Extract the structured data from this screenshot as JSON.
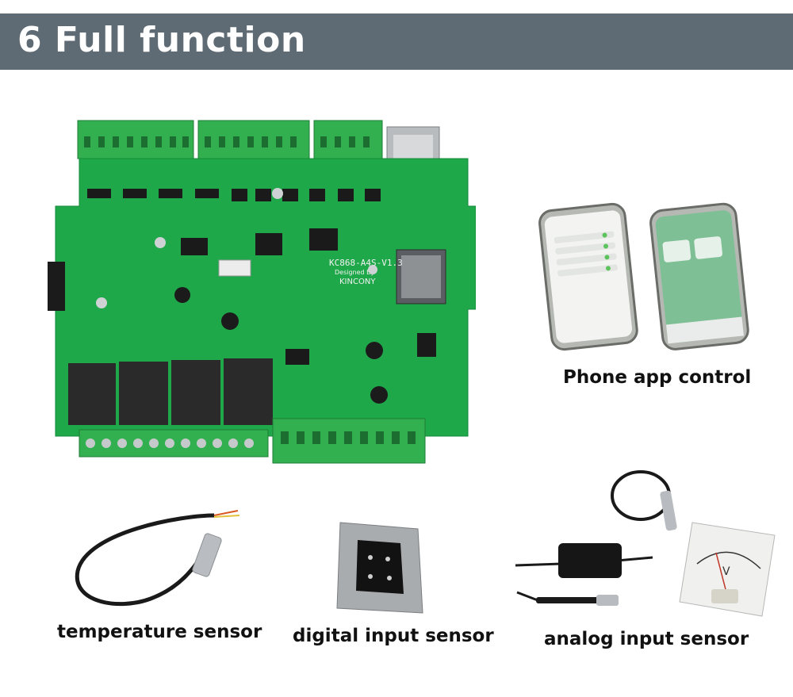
{
  "header": {
    "title": "6 Full function"
  },
  "board": {
    "model_text": "KC868-A4S-V1.3",
    "designed_by_text": "Designed By",
    "brand_text": "KINCONY"
  },
  "captions": {
    "phone": "Phone app control",
    "temperature": "temperature sensor",
    "digital": "digital input sensor",
    "analog": "analog input sensor"
  },
  "colors": {
    "header_bg": "#5f6b74",
    "pcb_green": "#1fa84a",
    "terminal_green": "#32b04f",
    "relay_black": "#2a2a2a"
  },
  "icons": [
    "pcb-board-image",
    "smartphone-image",
    "temperature-probe-image",
    "touch-panel-image",
    "analog-sensor-image",
    "voltmeter-image"
  ]
}
